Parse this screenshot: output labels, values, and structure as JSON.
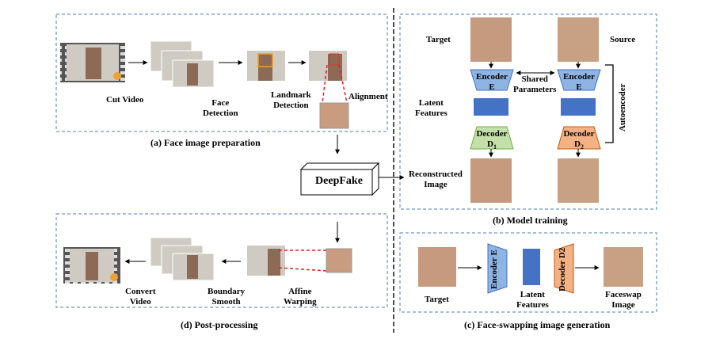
{
  "panels": {
    "a": {
      "caption": "(a) Face image preparation",
      "labels": {
        "cut_video": "Cut Video",
        "face_detection": "Face\nDetection",
        "landmark_detection": "Landmark\nDetection",
        "alignment": "Alignment"
      }
    },
    "b": {
      "caption": "(b) Model training",
      "labels": {
        "target": "Target",
        "source": "Source",
        "encoder": "Encoder",
        "encoder_sub": "E",
        "shared_parameters": "Shared\nParameters",
        "latent_features": "Latent\nFeatures",
        "decoder": "Decoder",
        "d1": "D",
        "d1_sub": "1",
        "d2": "D",
        "d2_sub": "2",
        "reconstructed_image": "Reconstructed\nImage",
        "autoencoder": "Autoencoder"
      }
    },
    "c": {
      "caption": "(c) Face-swapping image generation",
      "labels": {
        "target": "Target",
        "encoder": "Encoder",
        "encoder_sub": "E",
        "latent_features": "Latent\nFeatures",
        "decoder": "Decoder",
        "d2": "D",
        "d2_sub": "2",
        "faceswap_image": "Faceswap\nImage"
      }
    },
    "d": {
      "caption": "(d) Post-processing",
      "labels": {
        "convert_video": "Convert\nVideo",
        "boundary_smooth": "Boundary\nSmooth",
        "affine_warping": "Affine\nWarping"
      }
    }
  },
  "center": {
    "deepfake": "DeepFake"
  },
  "colors": {
    "encoder_fill": "#8eb4e3",
    "latent_fill": "#4472c4",
    "decoder1_fill": "#c3e0a9",
    "decoder2_fill": "#f4b183",
    "dashed_border": "#4a7ebb"
  }
}
